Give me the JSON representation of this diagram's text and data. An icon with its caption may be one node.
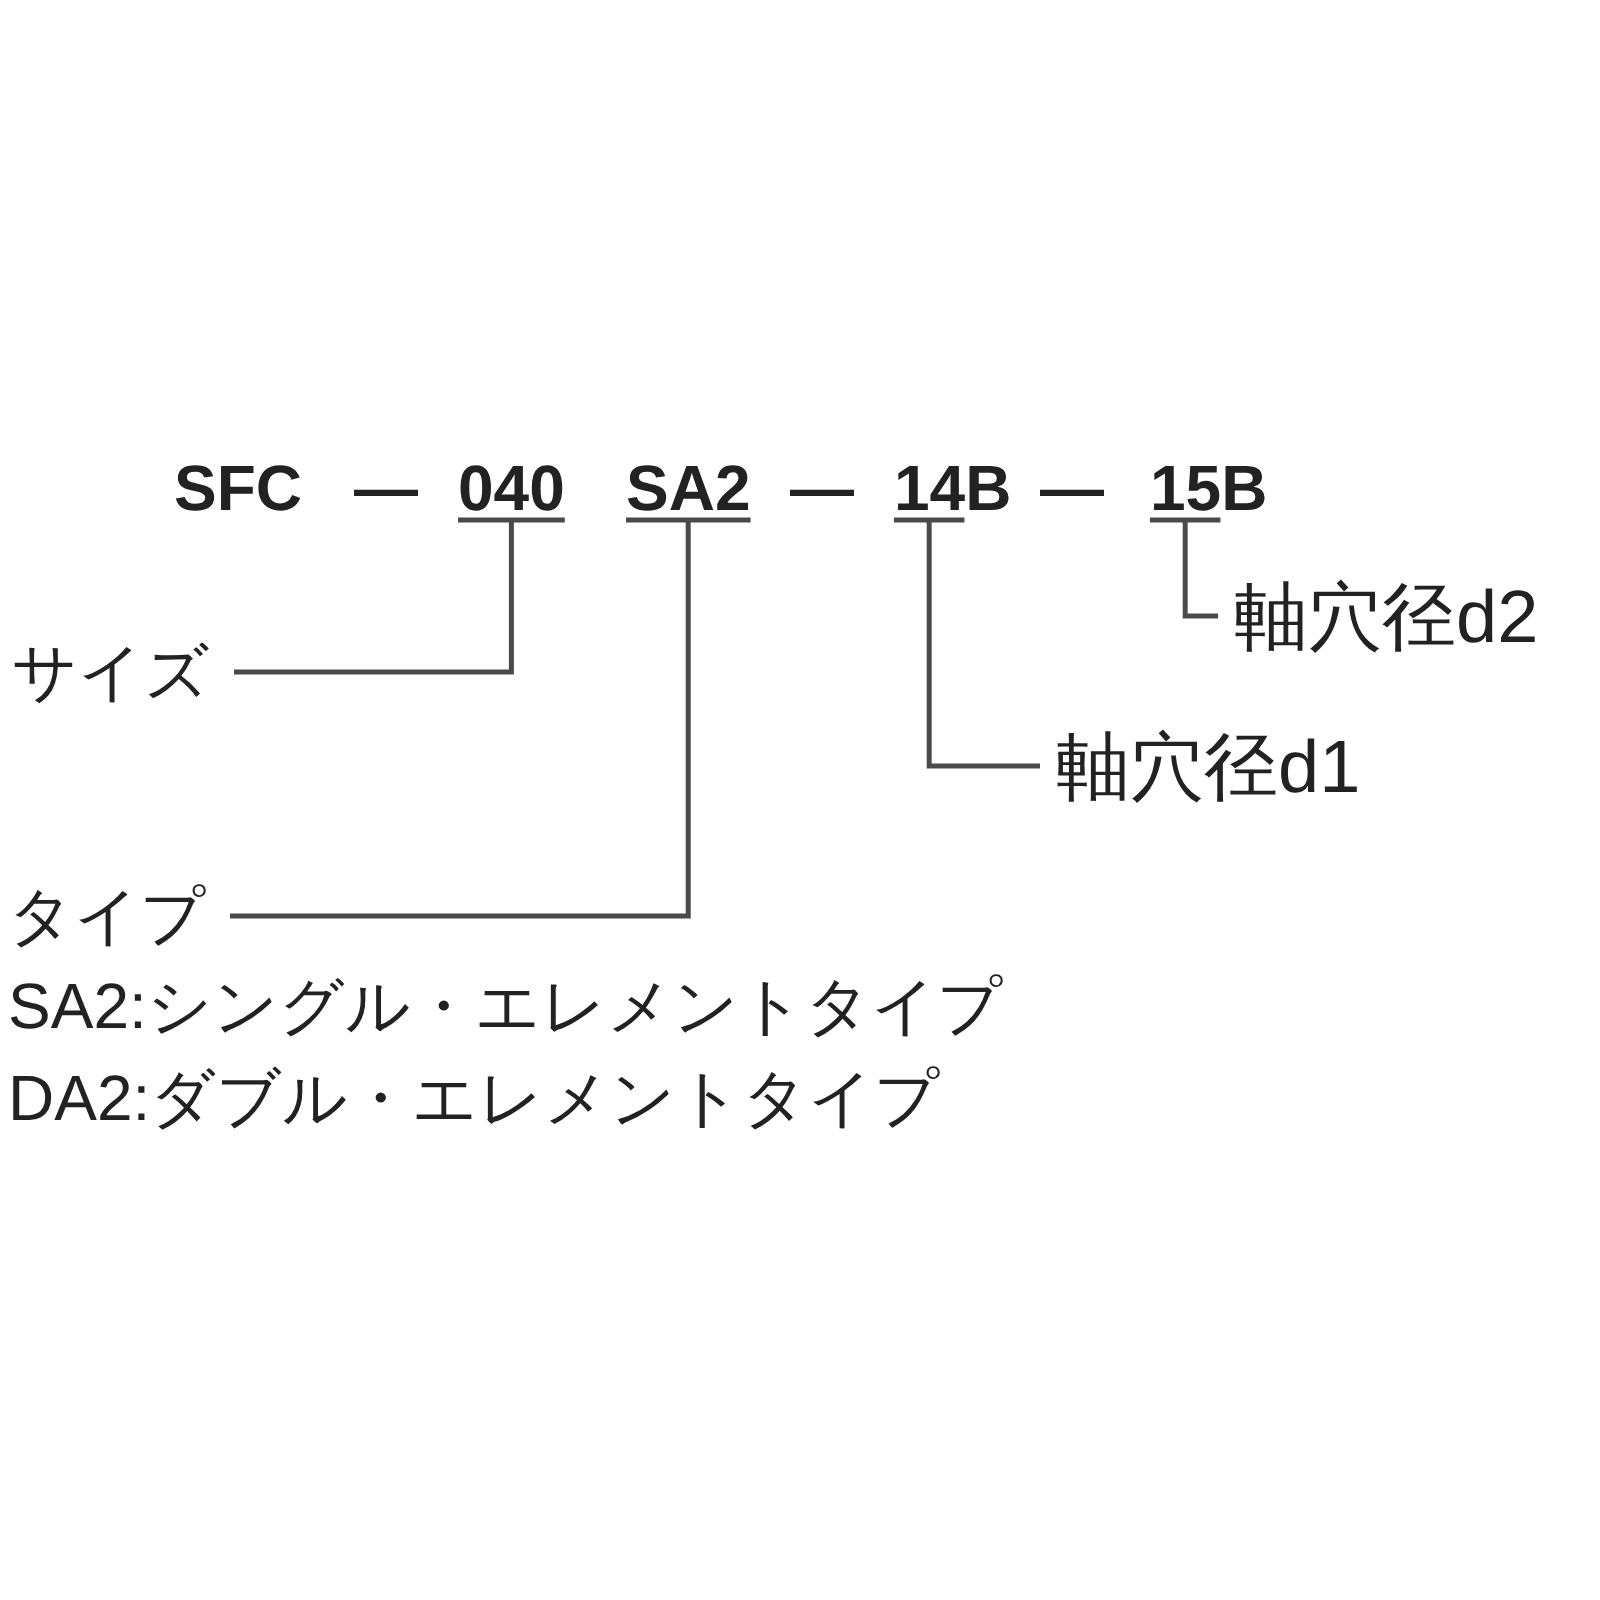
{
  "diagram": {
    "nodes": [
      {
        "text": [
          "040"
        ]
      },
      {
        "text": [
          "SA2"
        ]
      },
      {
        "text": [
          "14B"
        ]
      },
      {
        "text": [
          "15B"
        ]
      },
      {
        "text": [
          "軸穴径d2"
        ]
      },
      {
        "text": [
          "サイズ"
        ]
      },
      {
        "text": [
          "軸穴径d1"
        ]
      },
      {
        "text": [
          "タイプ"
        ],
        "beside": [
          "SA2:シングル・エレメントタイプ",
          "DA2:ダブル・エレメントタイプ"
        ]
      }
    ],
    "edges": [
      {
        "from": 5,
        "to": 0,
        "arrow": "none"
      },
      {
        "from": 7,
        "to": 1,
        "arrow": "none"
      },
      {
        "from": 6,
        "to": 2,
        "arrow": "none"
      },
      {
        "from": 4,
        "to": 3,
        "arrow": "none"
      }
    ],
    "labels": [
      "SFC",
      "—",
      "—",
      "—"
    ]
  }
}
